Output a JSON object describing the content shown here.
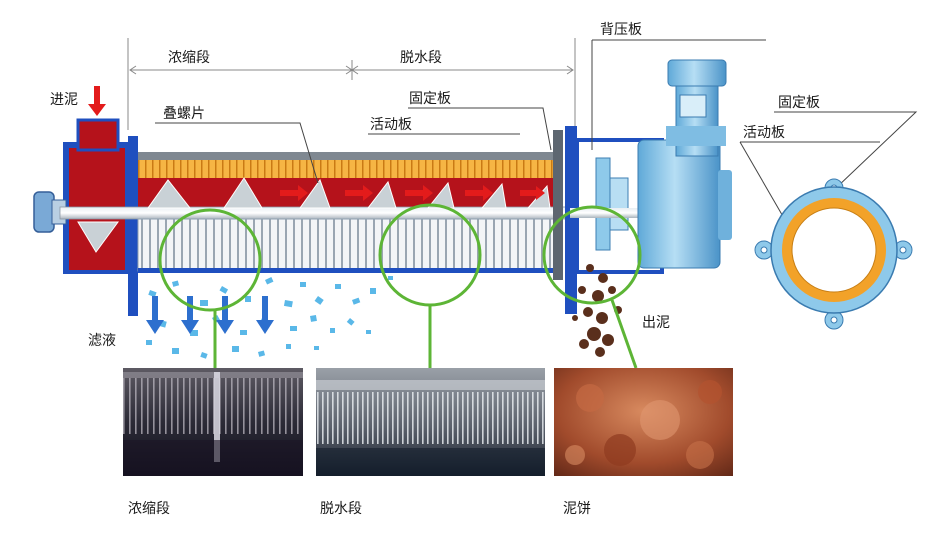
{
  "labels": {
    "sludge_in": "进泥",
    "thickening_section": "浓缩段",
    "dewatering_section": "脱水段",
    "back_pressure_plate": "背压板",
    "fixed_plate": "固定板",
    "stacked_discs": "叠螺片",
    "moving_plate": "活动板",
    "filtrate": "滤液",
    "sludge_out": "出泥",
    "ring_fixed_plate": "固定板",
    "ring_moving_plate": "活动板"
  },
  "captions": {
    "photo_thickening": "浓缩段",
    "photo_dewatering": "脱水段",
    "photo_cake": "泥饼"
  },
  "colors": {
    "housing_blue": "#1f4fbf",
    "sludge_red": "#b5121b",
    "disc_orange": "#f2a229",
    "motor_light_blue": "#8ec9ea",
    "callout_green": "#5db536",
    "filtrate_blue": "#2d7ad6",
    "arrow_red": "#e31b1b",
    "cake_brown": "#5a2f1c"
  },
  "icons": {
    "inlet_arrow": "down-arrow-icon",
    "flow_arrows": "right-arrow-icon",
    "filtrate_arrows": "down-arrow-icon"
  }
}
